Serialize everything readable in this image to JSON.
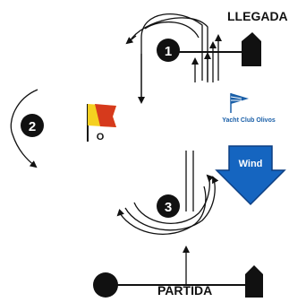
{
  "finish": {
    "label": "LLEGADA"
  },
  "start": {
    "label": "PARTIDA"
  },
  "marks": [
    {
      "number": "1"
    },
    {
      "number": "2"
    },
    {
      "number": "3"
    }
  ],
  "flag": {
    "letter": "O",
    "icon": "flag-icon"
  },
  "club": {
    "name": "Yacht Club Olivos",
    "icon": "pennant-icon",
    "color": "#1a5fa8"
  },
  "wind": {
    "label": "Wind",
    "color": "#1565c0",
    "outline": "#0d3f82"
  },
  "colors": {
    "ink": "#111111",
    "flag_red": "#d63a1c",
    "flag_yellow": "#f5d020"
  }
}
